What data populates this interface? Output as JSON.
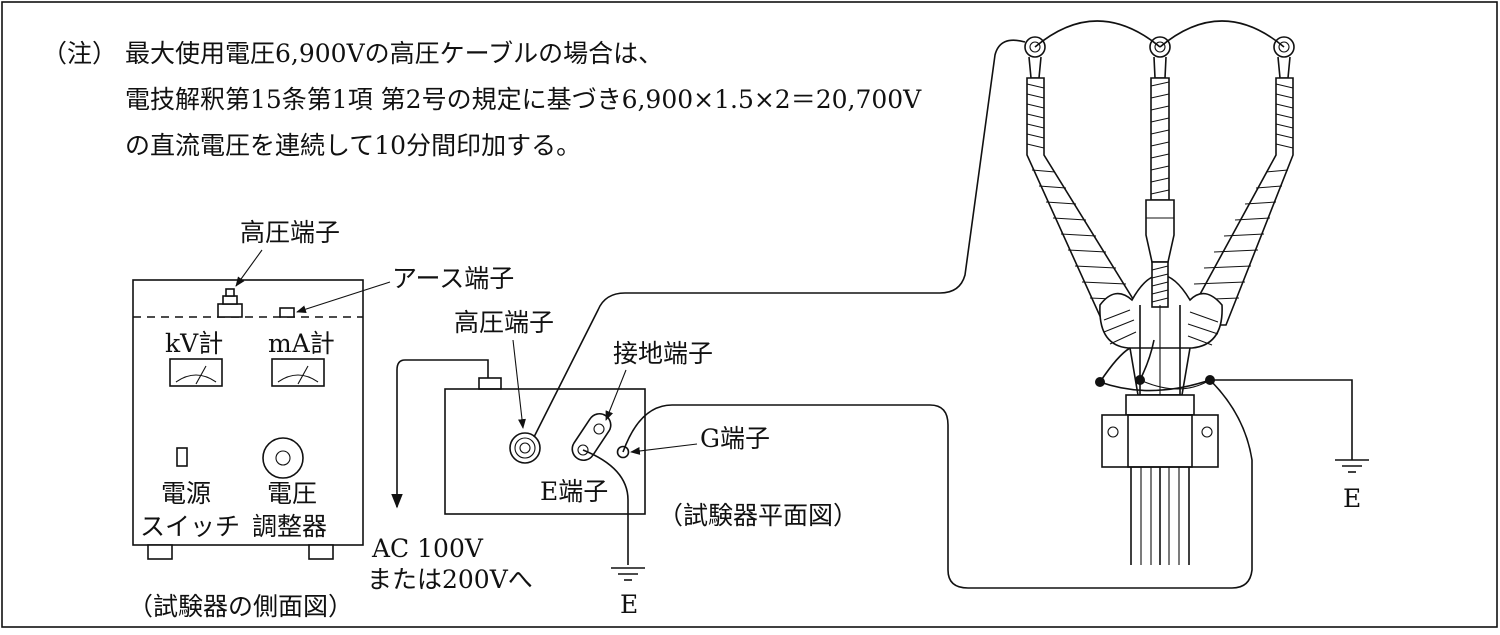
{
  "note": {
    "prefix": "（注）",
    "line1": "最大使用電圧6,900Vの高圧ケーブルの場合は、",
    "line2": "電技解釈第15条第1項 第2号の規定に基づき6,900×1.5×2＝20,700V",
    "line3": "の直流電圧を連続して10分間印加する。"
  },
  "side_view": {
    "hv_terminal": "高圧端子",
    "earth_terminal": "アース端子",
    "kv_meter": "kV計",
    "ma_meter": "mA計",
    "power_switch_1": "電源",
    "power_switch_2": "スイッチ",
    "voltage_adj_1": "電圧",
    "voltage_adj_2": "調整器",
    "caption": "（試験器の側面図）"
  },
  "plan_view": {
    "hv_terminal": "高圧端子",
    "ground_terminal": "接地端子",
    "g_terminal": "G端子",
    "e_terminal": "E端子",
    "caption": "（試験器平面図）"
  },
  "supply": {
    "line1": "AC 100V",
    "line2": "または200Vへ"
  },
  "ground_labels": {
    "tester": "E",
    "cable": "E"
  }
}
